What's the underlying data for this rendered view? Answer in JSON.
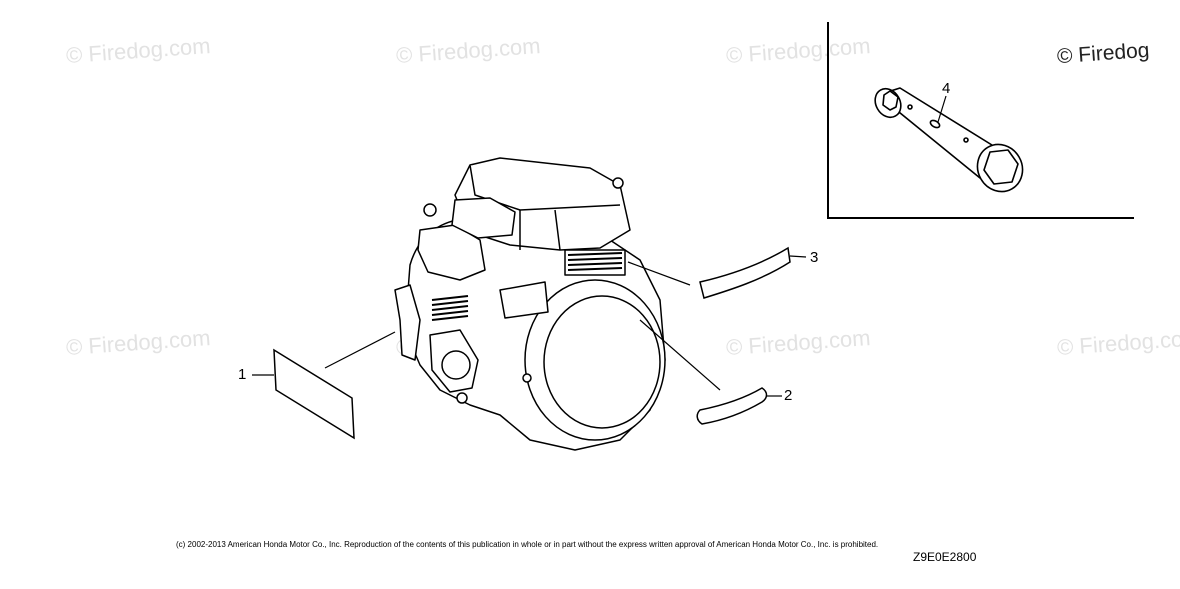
{
  "watermarks": {
    "text": "© Firedog.com",
    "corner_text": "© Firedog"
  },
  "callouts": {
    "part1": "1",
    "part2": "2",
    "part3": "3",
    "part4": "4"
  },
  "footer": {
    "copyright": "(c) 2002-2013 American Honda Motor Co., Inc. Reproduction of the contents of this publication in whole or in part without the express written approval of American Honda Motor Co., Inc. is prohibited.",
    "diagram_code": "Z9E0E2800"
  }
}
